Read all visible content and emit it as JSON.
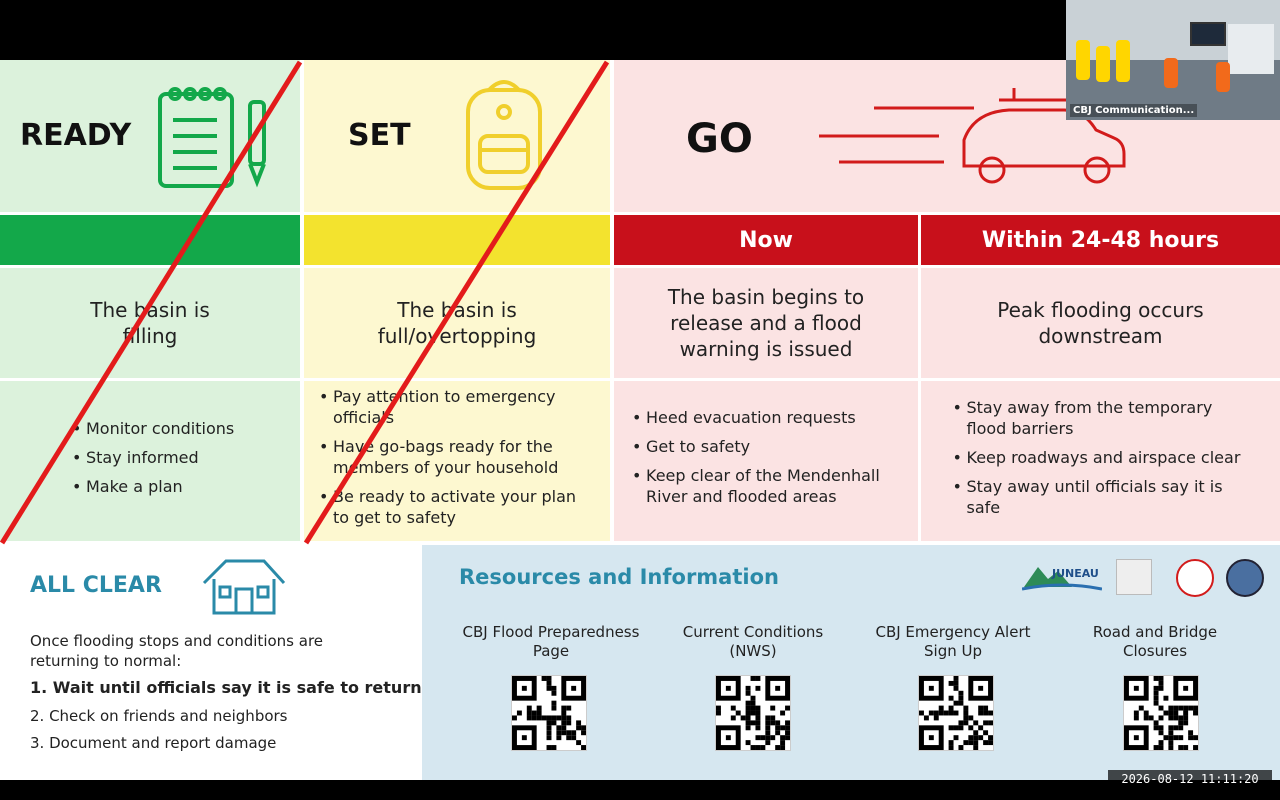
{
  "phases": {
    "ready": {
      "label": "READY",
      "description": "The basin is filling",
      "actions": [
        "Monitor conditions",
        "Stay informed",
        "Make a plan"
      ]
    },
    "set": {
      "label": "SET",
      "description": "The basin is full/overtopping",
      "actions": [
        "Pay attention to emergency officials",
        "Have go-bags ready for the members of your household",
        "Be ready to activate your plan to get to safety"
      ]
    },
    "go": {
      "label": "GO",
      "now": {
        "header": "Now",
        "description": "The basin begins to release and a flood warning is issued",
        "actions": [
          "Heed evacuation requests",
          "Get to safety",
          "Keep clear of the Mendenhall River and flooded areas"
        ]
      },
      "later": {
        "header": "Within 24-48 hours",
        "description": "Peak flooding occurs downstream",
        "actions": [
          "Stay away from the temporary flood barriers",
          "Keep roadways and airspace clear",
          "Stay away until officials say it is safe"
        ]
      }
    }
  },
  "all_clear": {
    "title": "ALL CLEAR",
    "intro": "Once flooding stops and conditions are returning to normal:",
    "steps": [
      "1. Wait until officials say it is safe to return",
      "2. Check on friends and neighbors",
      "3. Document and report damage"
    ]
  },
  "resources": {
    "title": "Resources and Information",
    "items": [
      {
        "label": "CBJ Flood Preparedness Page"
      },
      {
        "label": "Current Conditions (NWS)"
      },
      {
        "label": "CBJ  Emergency Alert Sign Up"
      },
      {
        "label": "Road and Bridge Closures"
      }
    ],
    "logo_text": "JUNEAU"
  },
  "video": {
    "participant_label": "CBJ Communication..."
  },
  "timestamp": "2026-08-12  11:11:20",
  "colors": {
    "ready_bar": "#13a84a",
    "set_bar": "#f3e32e",
    "go_bar": "#c8101b",
    "cross_out": "#e31b1b",
    "accent": "#2a8aa8"
  },
  "icons": {
    "ready": "notepad-pen-icon",
    "set": "backpack-icon",
    "go": "car-icon",
    "all_clear": "house-icon"
  }
}
